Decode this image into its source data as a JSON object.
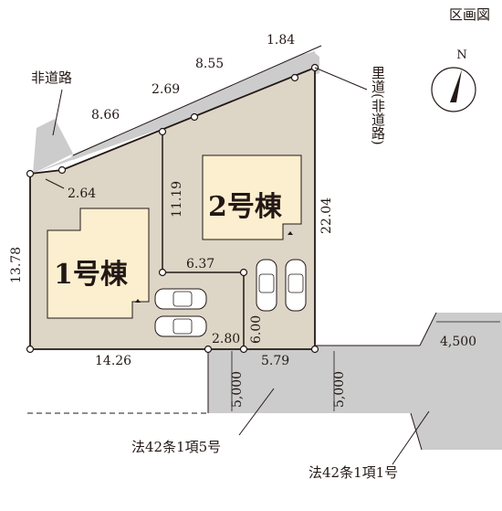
{
  "title": "区画図",
  "compass": {
    "label": "N"
  },
  "buildings": {
    "b1": "1号棟",
    "b2": "2号棟"
  },
  "dimensions": {
    "top_1": "1.84",
    "top_2": "8.55",
    "top_3": "2.69",
    "top_4": "8.66",
    "left_short": "2.64",
    "left_side": "13.78",
    "inner_vertical": "11.19",
    "right_side": "22.04",
    "inner_horizontal": "6.37",
    "driveway_depth": "6.00",
    "driveway_width": "2.80",
    "bottom_side": "14.26",
    "road_frontage": "5.79",
    "road_width_a": "5,000",
    "road_width_b": "5,000",
    "road_width_c": "4,500"
  },
  "labels": {
    "private_road_left": "非道路",
    "private_road_right": "里道(非道路)",
    "road_5": "法42条1項5号",
    "road_1": "法42条1項1号"
  },
  "colors": {
    "lot": "#ddd5c6",
    "house": "#fcefcf",
    "road": "#cccccc",
    "line": "#231815"
  }
}
